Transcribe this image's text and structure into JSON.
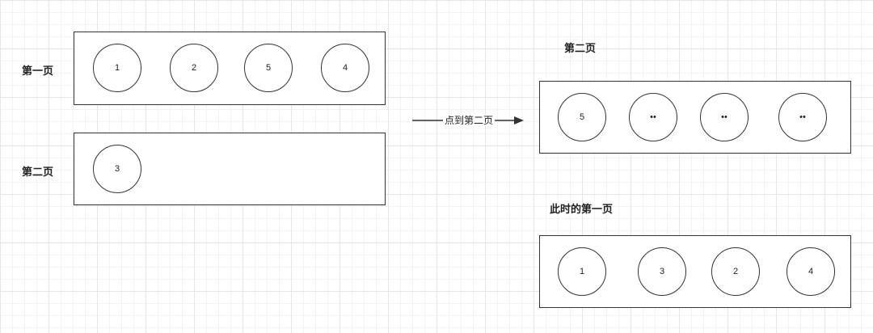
{
  "left": {
    "page1": {
      "label": "第一页",
      "items": [
        "1",
        "2",
        "5",
        "4"
      ]
    },
    "page2": {
      "label": "第二页",
      "items": [
        "3"
      ]
    }
  },
  "arrow": {
    "label": "点到第二页"
  },
  "right": {
    "page2": {
      "label": "第二页",
      "items": [
        "5",
        "••",
        "••",
        "••"
      ]
    },
    "page1_now": {
      "label": "此时的第一页",
      "items": [
        "1",
        "3",
        "2",
        "4"
      ]
    }
  }
}
